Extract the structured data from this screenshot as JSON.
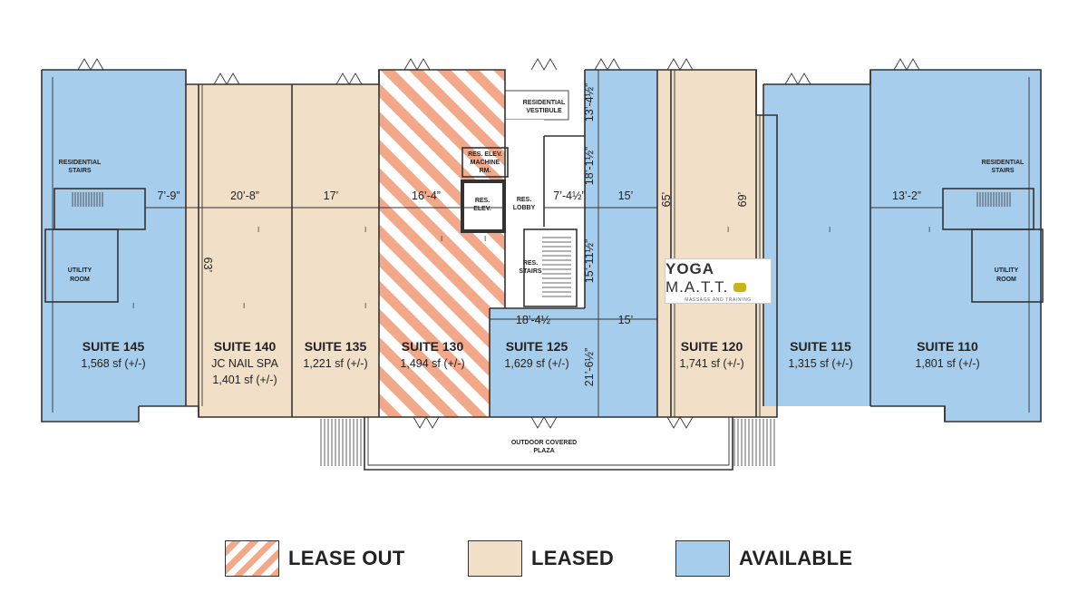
{
  "colors": {
    "lease_out": "#f3a889",
    "leased": "#f2dfc8",
    "available": "#a7cdec",
    "wall": "#333333"
  },
  "suites": [
    {
      "id": "suite-145",
      "title": "SUITE 145",
      "tenant": "",
      "area": "1,568 sf (+/-)",
      "status": "available"
    },
    {
      "id": "suite-140",
      "title": "SUITE 140",
      "tenant": "JC NAIL SPA",
      "area": "1,401 sf (+/-)",
      "status": "leased"
    },
    {
      "id": "suite-135",
      "title": "SUITE 135",
      "tenant": "",
      "area": "1,221 sf (+/-)",
      "status": "leased"
    },
    {
      "id": "suite-130",
      "title": "SUITE 130",
      "tenant": "",
      "area": "1,494 sf (+/-)",
      "status": "lease_out"
    },
    {
      "id": "suite-125",
      "title": "SUITE 125",
      "tenant": "",
      "area": "1,629 sf (+/-)",
      "status": "available"
    },
    {
      "id": "suite-120",
      "title": "SUITE 120",
      "tenant": "",
      "area": "1,741 sf (+/-)",
      "status": "leased"
    },
    {
      "id": "suite-115",
      "title": "SUITE 115",
      "tenant": "",
      "area": "1,315 sf (+/-)",
      "status": "available"
    },
    {
      "id": "suite-110",
      "title": "SUITE 110",
      "tenant": "",
      "area": "1,801 sf (+/-)",
      "status": "available"
    }
  ],
  "dimensions": {
    "w145": "7’-9”",
    "w140": "20’-8”",
    "w135": "17’",
    "w130": "16’-4”",
    "w125_top": "7’-4½”",
    "w125_mid": "15’",
    "w125_bottom_a": "18’-4½",
    "w125_bottom_b": "15’",
    "w110": "13’-2”",
    "d140": "63’",
    "d120a": "65’",
    "d120b": "69’",
    "d125_a": "13’-4½”",
    "d125_b": "18’-1½”",
    "d125_c": "15’-11½”",
    "d125_d": "21’-6½”"
  },
  "rooms": {
    "res_stairs_left": [
      "RESIDENTIAL",
      "STAIRS"
    ],
    "res_stairs_right": [
      "RESIDENTIAL",
      "STAIRS"
    ],
    "utility_left": [
      "UTILITY",
      "ROOM"
    ],
    "utility_right": [
      "UTILITY",
      "ROOM"
    ],
    "res_vestibule": [
      "RESIDENTIAL",
      "VESTIBULE"
    ],
    "res_elev_machine": [
      "RES. ELEV.",
      "MACHINE",
      "RM."
    ],
    "res_elev": [
      "RES.",
      "ELEV."
    ],
    "res_lobby": [
      "RES.",
      "LOBBY"
    ],
    "res_stairs_center": [
      "RES.",
      "STAIRS"
    ],
    "plaza": [
      "OUTDOOR COVERED",
      "PLAZA"
    ]
  },
  "logo": {
    "main_a": "YOGA",
    "main_b": "M.A.T.T.",
    "sub": "MASSAGE AND TRAINING",
    "icon": "yoga-mat-icon"
  },
  "legend": [
    {
      "key": "lease_out",
      "label": "LEASE OUT"
    },
    {
      "key": "leased",
      "label": "LEASED"
    },
    {
      "key": "available",
      "label": "AVAILABLE"
    }
  ]
}
